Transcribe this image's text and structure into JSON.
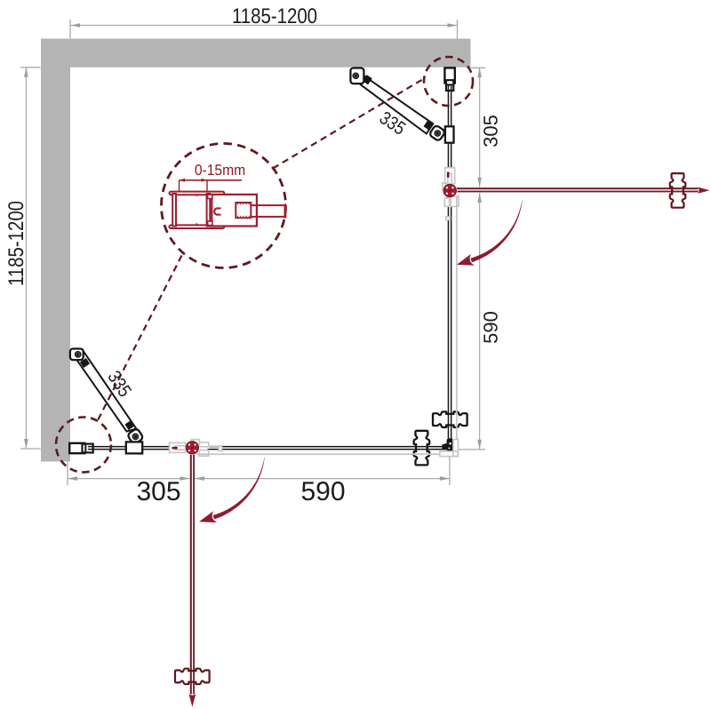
{
  "diagram": {
    "type": "shower-enclosure-installation-drawing",
    "view": "top-plan",
    "labels": {
      "width_top": "1185-1200",
      "height_left": "1185-1200",
      "right_fixed_segment": "305",
      "right_door_segment": "590",
      "bottom_fixed_segment": "305",
      "bottom_door_segment": "590",
      "support_bar_top": "335",
      "support_bar_bottom": "335",
      "profile_adjustment": "0-15mm"
    },
    "units": "mm",
    "colors": {
      "wall_fill": "#b4b4b4",
      "dim_line": "#ababab",
      "dim_text": "#1c1c1c",
      "frame_black": "#161616",
      "ghost_gray": "#c5c5c5",
      "door_red": "#6e1724",
      "accent_red": "#a01b31",
      "arc_red": "#8e1c30",
      "dash_red": "#5e1a22",
      "detail_red": "#a01d2d",
      "detail_text_red": "#8c1b28"
    }
  }
}
